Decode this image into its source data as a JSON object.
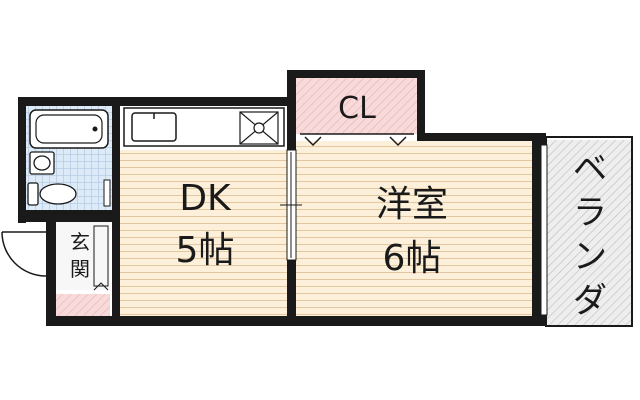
{
  "rooms": {
    "dk_name": "DK",
    "dk_size": "5帖",
    "western_name": "洋室",
    "western_size": "6帖",
    "closet": "CL",
    "veranda": [
      "ベ",
      "ラ",
      "ン",
      "ダ"
    ],
    "entrance": [
      "玄",
      "関"
    ]
  },
  "colors": {
    "wall": "#1a1a1a",
    "floor": "#fdf0da",
    "floor_line": "#e3c7a0",
    "closet_fill": "#f6d3d3",
    "bath_fill": "#ddeaf7",
    "veranda_fill": "#e4e4e4"
  }
}
